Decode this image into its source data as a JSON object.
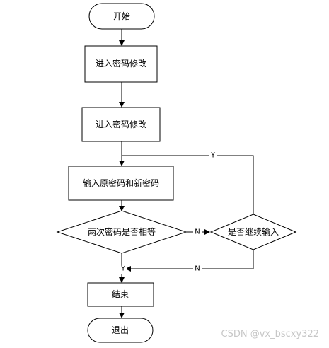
{
  "nodes": {
    "start": "开始",
    "step1": "进入密码修改",
    "step2": "进入密码修改",
    "input": "输入原密码和新密码",
    "compare": "两次密码是否相等",
    "continue": "是否继续输入",
    "finish": "结束",
    "exit": "退出"
  },
  "edge_labels": {
    "continue_yes": "Y",
    "compare_no": "N",
    "compare_yes": "Y",
    "continue_no": "N"
  },
  "watermark": "CSDN @vx_bscxy322",
  "colors": {
    "stroke": "#000000",
    "background": "#ffffff",
    "watermark": "#c7c7c7"
  }
}
